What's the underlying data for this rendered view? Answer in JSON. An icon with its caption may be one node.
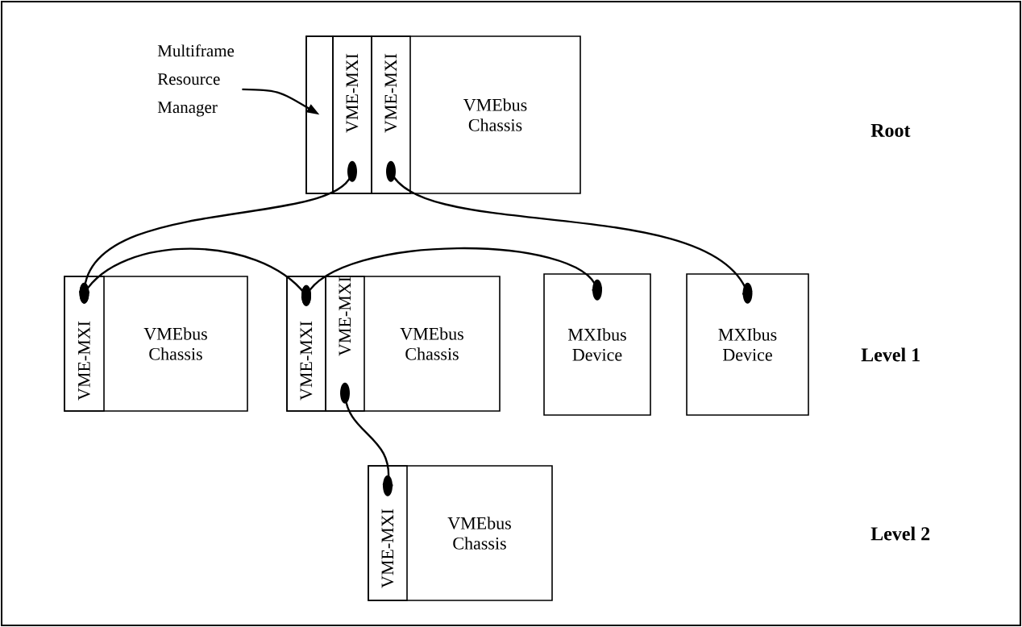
{
  "diagram": {
    "nodes": [
      {
        "text": [
          "VMEbus Chassis"
        ]
      },
      {
        "text": [],
        "shape": "box",
        "in": 0
      },
      {
        "text": [
          "VME-MXI"
        ],
        "in": 0
      },
      {
        "text": [
          "VME-MXI"
        ],
        "in": 0
      },
      {
        "text": [
          "Multiframe Resource Manager"
        ]
      },
      {
        "text": [
          "VMEbus Chassis"
        ]
      },
      {
        "text": [
          "VME-MXI"
        ],
        "in": 5
      },
      {
        "text": [
          "VMEbus Chassis"
        ]
      },
      {
        "text": [
          "VME-MXI"
        ],
        "in": 7
      },
      {
        "text": [
          "VME-MXI"
        ],
        "in": 7
      },
      {
        "text": [
          "MXIbus Device"
        ]
      },
      {
        "text": [
          "MXIbus Device"
        ]
      },
      {
        "text": [
          "VMEbus Chassis"
        ]
      },
      {
        "text": [
          "VME-MXI"
        ],
        "in": 12
      }
    ],
    "edges": [
      {
        "from": 4,
        "to": 1,
        "arrow": "to"
      },
      {
        "from": 2,
        "to": 6,
        "arrow": "other"
      },
      {
        "from": 6,
        "to": 8,
        "arrow": "other"
      },
      {
        "from": 8,
        "to": 10,
        "arrow": "other"
      },
      {
        "from": 3,
        "to": 11,
        "arrow": "other"
      },
      {
        "from": 9,
        "to": 13,
        "arrow": "other"
      }
    ],
    "labels": [
      "Root",
      "Level 1",
      "Level 2"
    ]
  }
}
